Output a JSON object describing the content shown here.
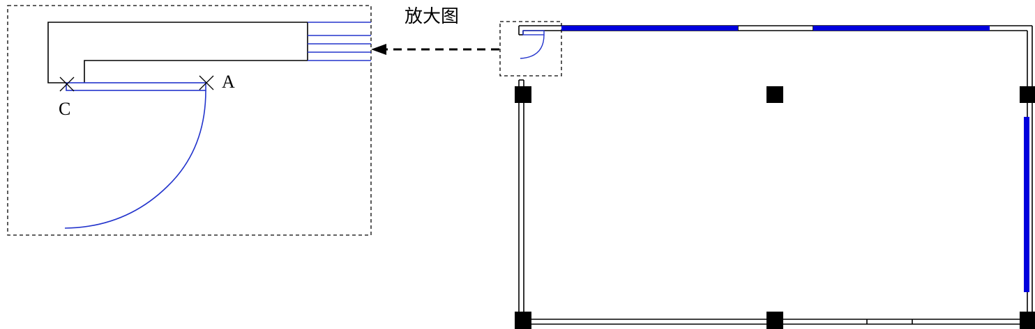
{
  "labels": {
    "zoom_title": "放大图",
    "point_a": "A",
    "point_c": "C"
  },
  "colors": {
    "wall": "#000000",
    "door": "#2233cc",
    "window": "#0000dd",
    "column": "#000000",
    "frame": "#000000"
  }
}
